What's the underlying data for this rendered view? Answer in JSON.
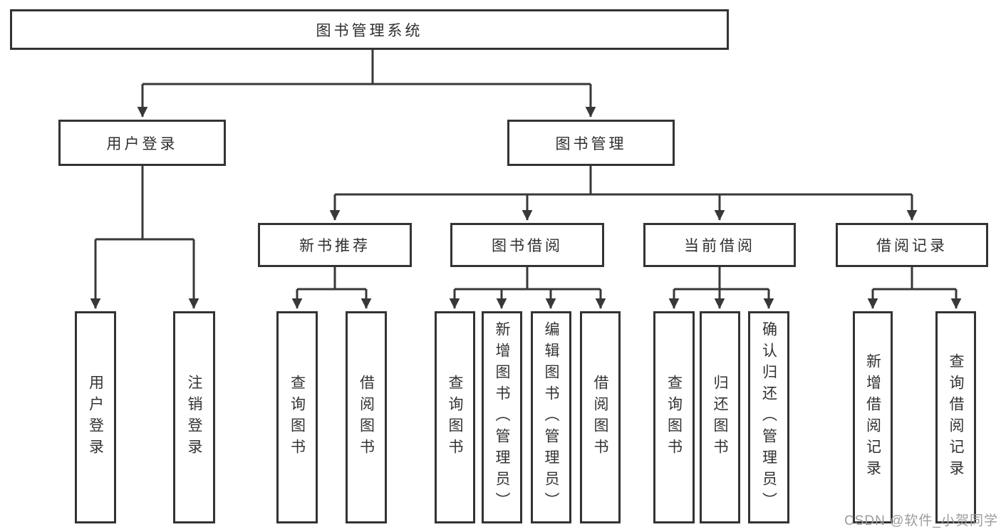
{
  "diagram": {
    "title": "图书管理系统",
    "root": {
      "label": "图书管理系统"
    },
    "level2": [
      {
        "label": "用户登录"
      },
      {
        "label": "图书管理"
      }
    ],
    "level3": [
      {
        "label": "新书推荐",
        "parent": "图书管理"
      },
      {
        "label": "图书借阅",
        "parent": "图书管理"
      },
      {
        "label": "当前借阅",
        "parent": "图书管理"
      },
      {
        "label": "借阅记录",
        "parent": "图书管理"
      }
    ],
    "leaves": [
      {
        "label": "用户登录",
        "parent": "用户登录"
      },
      {
        "label": "注销登录",
        "parent": "用户登录"
      },
      {
        "label": "查询图书",
        "parent": "新书推荐"
      },
      {
        "label": "借阅图书",
        "parent": "新书推荐"
      },
      {
        "label": "查询图书",
        "parent": "图书借阅"
      },
      {
        "label": "新增图书（管理员）",
        "parent": "图书借阅"
      },
      {
        "label": "编辑图书（管理员）",
        "parent": "图书借阅"
      },
      {
        "label": "借阅图书",
        "parent": "图书借阅"
      },
      {
        "label": "查询图书",
        "parent": "当前借阅"
      },
      {
        "label": "归还图书",
        "parent": "当前借阅"
      },
      {
        "label": "确认归还（管理员）",
        "parent": "当前借阅"
      },
      {
        "label": "新增借阅记录",
        "parent": "借阅记录"
      },
      {
        "label": "查询借阅记录",
        "parent": "借阅记录"
      }
    ],
    "watermark": "CSDN @软件_小贺同学",
    "colors": {
      "line": "#383838",
      "box_border": "#333333",
      "text": "#2f2f2f",
      "watermark": "#9c9c9c",
      "background": "#ffffff"
    }
  }
}
